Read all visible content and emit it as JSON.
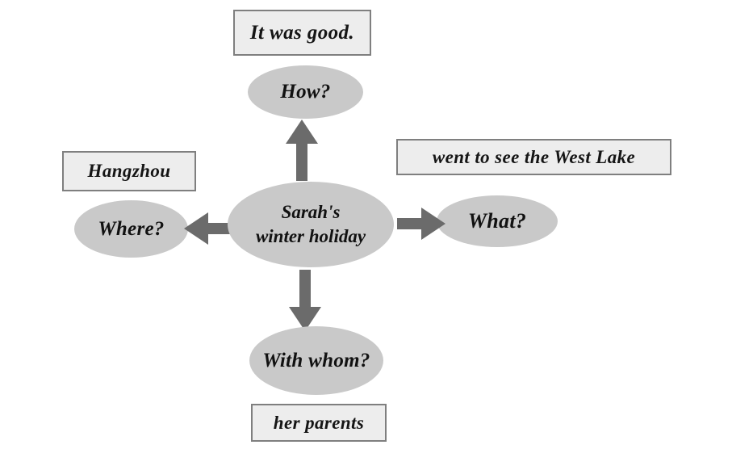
{
  "diagram": {
    "title": "Sarah's winter holiday question web",
    "center": {
      "line1": "Sarah's",
      "line2": "winter holiday"
    },
    "branches": [
      {
        "id": "how",
        "question": "How?",
        "answer": "It was good.",
        "direction": "up",
        "arrow": "arrow-up"
      },
      {
        "id": "where",
        "question": "Where?",
        "answer": "Hangzhou",
        "direction": "left",
        "arrow": "arrow-left"
      },
      {
        "id": "what",
        "question": "What?",
        "answer": "went to see the West Lake",
        "direction": "right",
        "arrow": "arrow-right"
      },
      {
        "id": "with-whom",
        "question": "With whom?",
        "answer": "her parents",
        "direction": "down",
        "arrow": "arrow-down"
      }
    ],
    "colors": {
      "ellipse_fill": "#c9c9c9",
      "box_fill": "#ededed",
      "box_border": "#7f7f7f",
      "arrow": "#6b6b6b",
      "text": "#111111",
      "background": "#ffffff"
    }
  }
}
